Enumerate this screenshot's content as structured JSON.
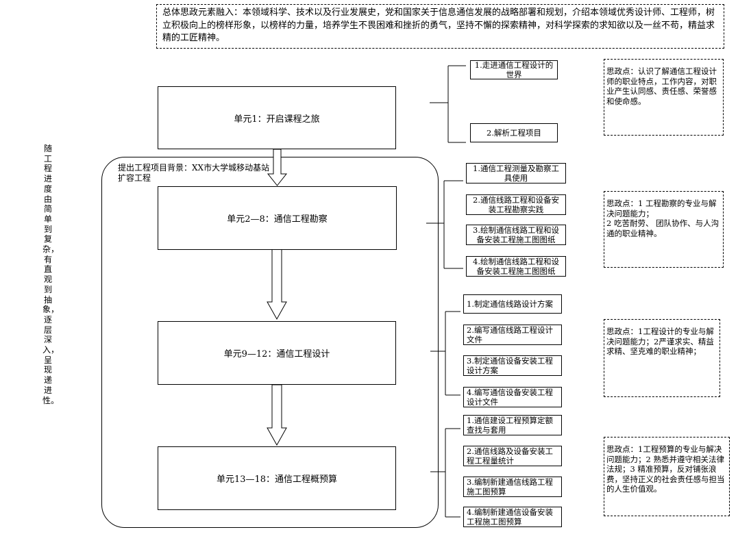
{
  "top_note": "总体思政元素融入：本领域科学、技术以及行业发展史，党和国家关于信息通信发展的战略部署和规划，介绍本领域优秀设计师、工程师，树立积极向上的榜样形象，以榜样的力量，培养学生不畏困难和挫折的勇气，坚持不懈的探索精神，对科学探索的求知欲以及一丝不苟，精益求精的工匠精神。",
  "left_vertical_text": "随工程进度由简单到复杂，有直观到抽象，逐层深入，呈现递进性。",
  "project_background": "提出工程项目背景：XX市大学城移动基站扩容工程",
  "units": [
    {
      "label": "单元1：开启课程之旅"
    },
    {
      "label": "单元2—8：通信工程勘察"
    },
    {
      "label": "单元9—12：通信工程设计"
    },
    {
      "label": "单元13—18：通信工程概预算"
    }
  ],
  "tasks": [
    [
      "1.走进通信工程设计的世界",
      "2.解析工程项目"
    ],
    [
      "1.通信工程测量及勘察工具使用",
      "2.通信线路工程和设备安装工程勘察实践",
      "3.绘制通信线路工程和设备安装工程施工图图纸",
      "4.绘制通信线路工程和设备安装工程施工图图纸"
    ],
    [
      "1.制定通信线路设计方案",
      "2.编写通信线路工程设计文件",
      "3.制定通信设备安装工程设计方案",
      "4.编写通信设备安装工程设计文件"
    ],
    [
      "1.通信建设工程预算定额查找与套用",
      "2.通信线路及设备安装工程工程量统计",
      "3.编制新建通信线路工程施工图预算",
      "4.编制新建通信设备安装工程施工图预算"
    ]
  ],
  "sizheng": [
    "思政点：认识了解通信工程设计师的职业特点，工作内容，对职业产生认同感、责任感、荣誉感和使命感。",
    "思政点：1 工程勘察的专业与解决问题能力；\n2 吃苦耐劳、 团队协作、与人沟通的职业精神。",
    "思政点：1工程设计的专业与解决问题能力；2严谨求实、精益求精、坚克难的职业精神；",
    "思政点：1工程预算的专业与解决问题能力；2 熟悉并遵守相关法律法规；3 精准预算，反对铺张浪费，坚持正义的社会责任感与担当的人生价值观。"
  ]
}
